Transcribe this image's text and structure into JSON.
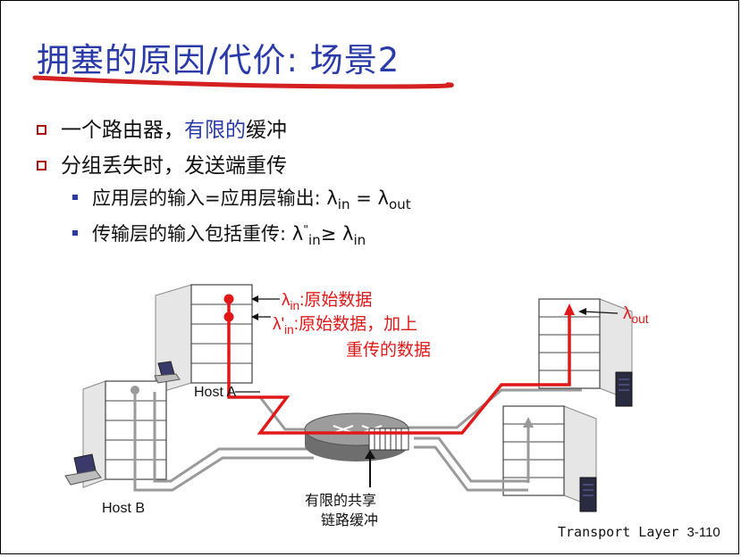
{
  "slide": {
    "title": "拥塞的原因/代价: 场景2",
    "bullets": [
      {
        "text_a": "一个路由器，",
        "text_b": "有限的",
        "text_c": "缓冲"
      },
      {
        "text": "分组丢失时，发送端重传"
      }
    ],
    "subbullets": [
      {
        "prefix": "应用层的输入=应用层输出: λ",
        "sub1": "in",
        "mid": " = λ",
        "sub2": "out"
      },
      {
        "prefix": "传输层的输入包括重传: λ",
        "sup": "\"",
        "sub1": "in",
        "mid": "≥ λ",
        "sub2": "in"
      }
    ]
  },
  "diagram": {
    "lambda_in": {
      "sym": "λ",
      "sub": "in",
      "text": ":原始数据"
    },
    "lambda_in_prime": {
      "sym": "λ'",
      "sub": "in",
      "text": ":原始数据，加上",
      "line2": "重传的数据"
    },
    "lambda_out": {
      "sym": "λ",
      "sub": "out"
    },
    "host_a": "Host A",
    "host_b": "Host B",
    "buffer_label_1": "有限的共享",
    "buffer_label_2": "链路缓冲",
    "colors": {
      "send_path": "#e01818",
      "link": "#9a9a9a",
      "title": "#2a3aa8"
    }
  },
  "footer": {
    "label": "Transport Layer",
    "page": "3-110"
  }
}
